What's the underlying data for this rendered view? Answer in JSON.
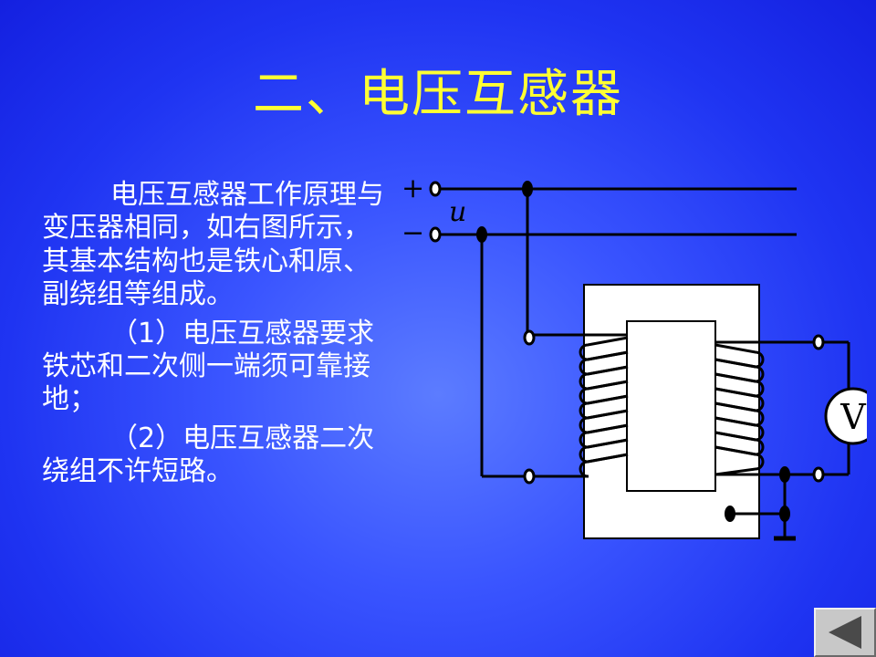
{
  "slide": {
    "title": "二、电压互感器",
    "paragraphs": [
      "电压互感器工作原理与变压器相同，如右图所示，其基本结构也是铁心和原、副绕组等组成。",
      "（1）电压互感器要求铁芯和二次侧一端须可靠接地；",
      "（2）电压互感器二次绕组不许短路。"
    ]
  },
  "diagram": {
    "plus_label": "+",
    "minus_label": "−",
    "voltage_label": "u",
    "meter_label": "V"
  },
  "navigation": {
    "back_icon": "triangle-left-icon"
  },
  "colors": {
    "title": "#ffff33",
    "text": "#ffffff",
    "background": "#2a40f5"
  }
}
